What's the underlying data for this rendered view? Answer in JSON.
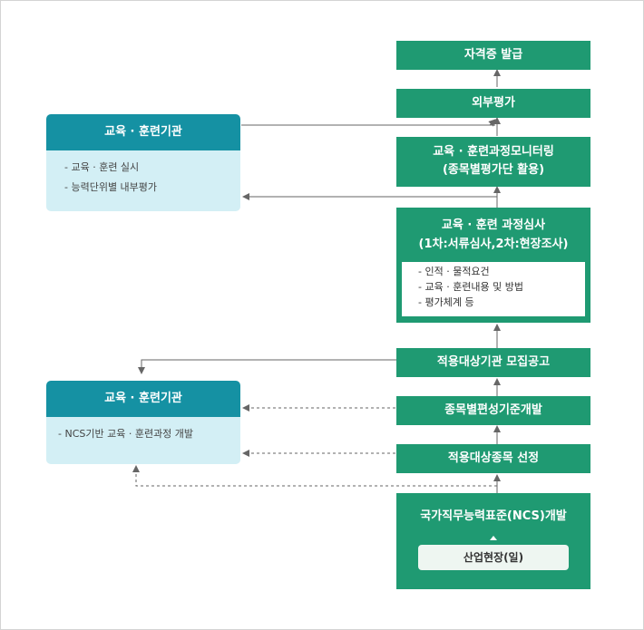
{
  "boxes": {
    "cert": "자격증 발급",
    "external_eval": "외부평가",
    "monitoring_l1": "교육 · 훈련과정모니터링",
    "monitoring_l2": "(종목별평가단 활용)",
    "review_l1": "교육 · 훈련 과정심사",
    "review_l2": "(1차:서류심사,2차:현장조사)",
    "review_items": [
      "- 인적 · 물적요건",
      "- 교육 · 훈련내용 및 방법",
      "- 평가체계 등"
    ],
    "recruit": "적용대상기관 모집공고",
    "standard_dev": "종목별편성기준개발",
    "selection": "적용대상종목 선정",
    "ncs_dev": "국가직무능력표준(NCS)개발",
    "industry": "산업현장(일)"
  },
  "institution_top": {
    "title": "교육 · 훈련기관",
    "items": [
      "- 교육 · 훈련 실시",
      "- 능력단위별 내부평가"
    ]
  },
  "institution_bottom": {
    "title": "교육 · 훈련기관",
    "items": [
      "- NCS기반 교육 · 훈련과정 개발"
    ]
  },
  "colors": {
    "green": "#1f9a72",
    "teal": "#1591a3",
    "light_teal": "#d3eff5",
    "line": "#666666"
  }
}
